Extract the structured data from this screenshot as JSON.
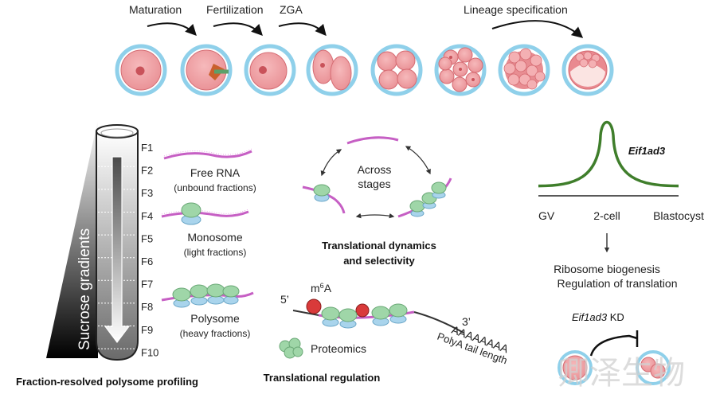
{
  "stages": {
    "maturation": "Maturation",
    "fertilization": "Fertilization",
    "zga": "ZGA",
    "lineage": "Lineage specification"
  },
  "tube": {
    "fractions": [
      "F1",
      "F2",
      "F3",
      "F4",
      "F5",
      "F6",
      "F7",
      "F8",
      "F9",
      "F10"
    ],
    "gradient_label": "Sucrose gradients"
  },
  "fractions": {
    "free_rna": "Free RNA",
    "free_rna_sub": "(unbound fractions)",
    "monosome": "Monosome",
    "monosome_sub": "(light fractions)",
    "polysome": "Polysome",
    "polysome_sub": "(heavy fractions)"
  },
  "captions": {
    "profiling": "Fraction-resolved polysome profiling",
    "dynamics_line1": "Translational dynamics",
    "dynamics_line2": "and selectivity",
    "regulation": "Translational regulation"
  },
  "cycle": {
    "line1": "Across",
    "line2": "stages"
  },
  "regulation": {
    "five_prime": "5’",
    "three_prime": "3’",
    "m6a_base": "m",
    "m6a_sup": "6",
    "m6a_end": "A",
    "polya_seq": "AAAAAAAA",
    "polya_label": "PolyA tail length",
    "proteomics": "Proteomics"
  },
  "eif": {
    "gene": "Eif1ad3",
    "x_labels": [
      "GV",
      "2-cell",
      "Blastocyst"
    ],
    "outcome_1": "Ribosome biogenesis",
    "outcome_2": "Regulation of translation",
    "kd_gene": "Eif1ad3",
    "kd_suffix": " KD"
  },
  "chart_data": {
    "type": "line",
    "categories": [
      "GV",
      "2-cell",
      "Blastocyst"
    ],
    "series": [
      {
        "values": [
          0.05,
          1.0,
          0.05
        ]
      }
    ],
    "title": "Eif1ad3",
    "xlabel": "",
    "ylabel": ""
  },
  "watermark": "卿泽生物",
  "colors": {
    "zona": "#8fd0ea",
    "cell": "#f2a6a9",
    "cell_dark": "#d86e74",
    "rna": "#c65fc4",
    "ribosome_green": "#9fd6a8",
    "ribosome_blue": "#a9d4ec",
    "curve": "#3f7e2b",
    "m6a": "#d93a3a"
  }
}
